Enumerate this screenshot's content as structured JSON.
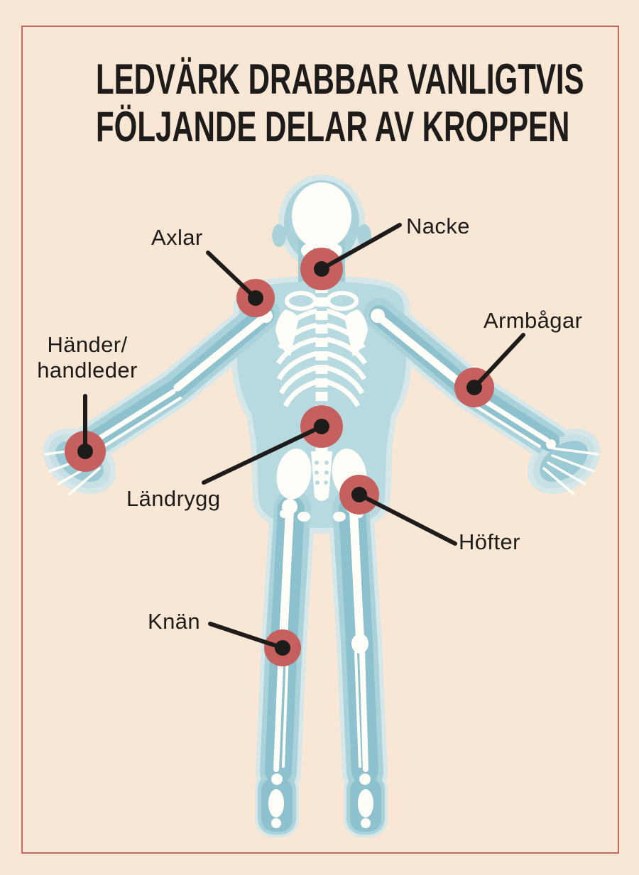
{
  "page": {
    "background_color": "#f7e7d4",
    "frame_color": "#c3695f",
    "text_color": "#1d1c1a"
  },
  "title": {
    "line1": "LEDVÄRK DRABBAR VANLIGTVIS",
    "line2": "FÖLJANDE DELAR AV KROPPEN"
  },
  "figure": {
    "description": "x-ray style back view of human skeleton",
    "silhouette_color": "#d6e7ea",
    "body_color": "#a9d2da",
    "torso_color": "#b7dae0",
    "inner_limb_color": "#8cc1cd",
    "bone_color": "#fffdf8"
  },
  "marker_style": {
    "circle_color": "#c5605e",
    "dot_color": "#1d1c1a",
    "line_color": "#1d1c1a"
  },
  "markers": [
    {
      "id": "axlar",
      "label": "Axlar"
    },
    {
      "id": "nacke",
      "label": "Nacke"
    },
    {
      "id": "armbagar",
      "label": "Armbågar"
    },
    {
      "id": "hander-handleder",
      "label": "Händer/handleder",
      "line1": "Händer/",
      "line2": "handleder"
    },
    {
      "id": "landrygg",
      "label": "Ländrygg"
    },
    {
      "id": "hofter",
      "label": "Höfter"
    },
    {
      "id": "knan",
      "label": "Knän"
    }
  ]
}
